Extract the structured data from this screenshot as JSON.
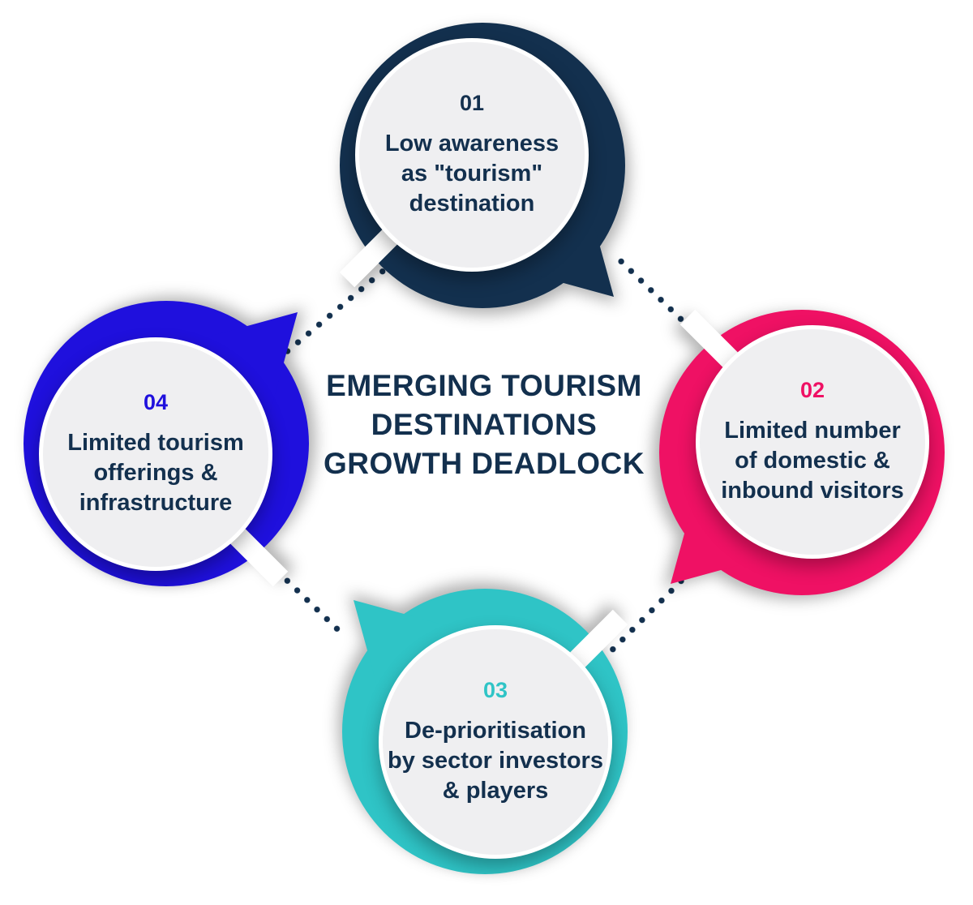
{
  "title": {
    "lines": [
      "EMERGING TOURISM",
      "DESTINATIONS",
      "GROWTH DEADLOCK"
    ]
  },
  "colors": {
    "navy": "#13304e",
    "pink": "#ef1164",
    "teal": "#2fc4c6",
    "blue": "#1f10dd",
    "circle_fill": "#efeff1",
    "dot_color": "#13304e"
  },
  "nodes": [
    {
      "number": "01",
      "color": "#13304e",
      "lines": [
        "Low awareness",
        "as \"tourism\"",
        "destination"
      ]
    },
    {
      "number": "02",
      "color": "#ef1164",
      "lines": [
        "Limited number",
        "of domestic &",
        "inbound visitors"
      ]
    },
    {
      "number": "03",
      "color": "#2fc4c6",
      "lines": [
        "De-prioritisation",
        "by sector investors",
        "& players"
      ]
    },
    {
      "number": "04",
      "color": "#1f10dd",
      "lines": [
        "Limited tourism",
        "offerings &",
        "infrastructure"
      ]
    }
  ]
}
